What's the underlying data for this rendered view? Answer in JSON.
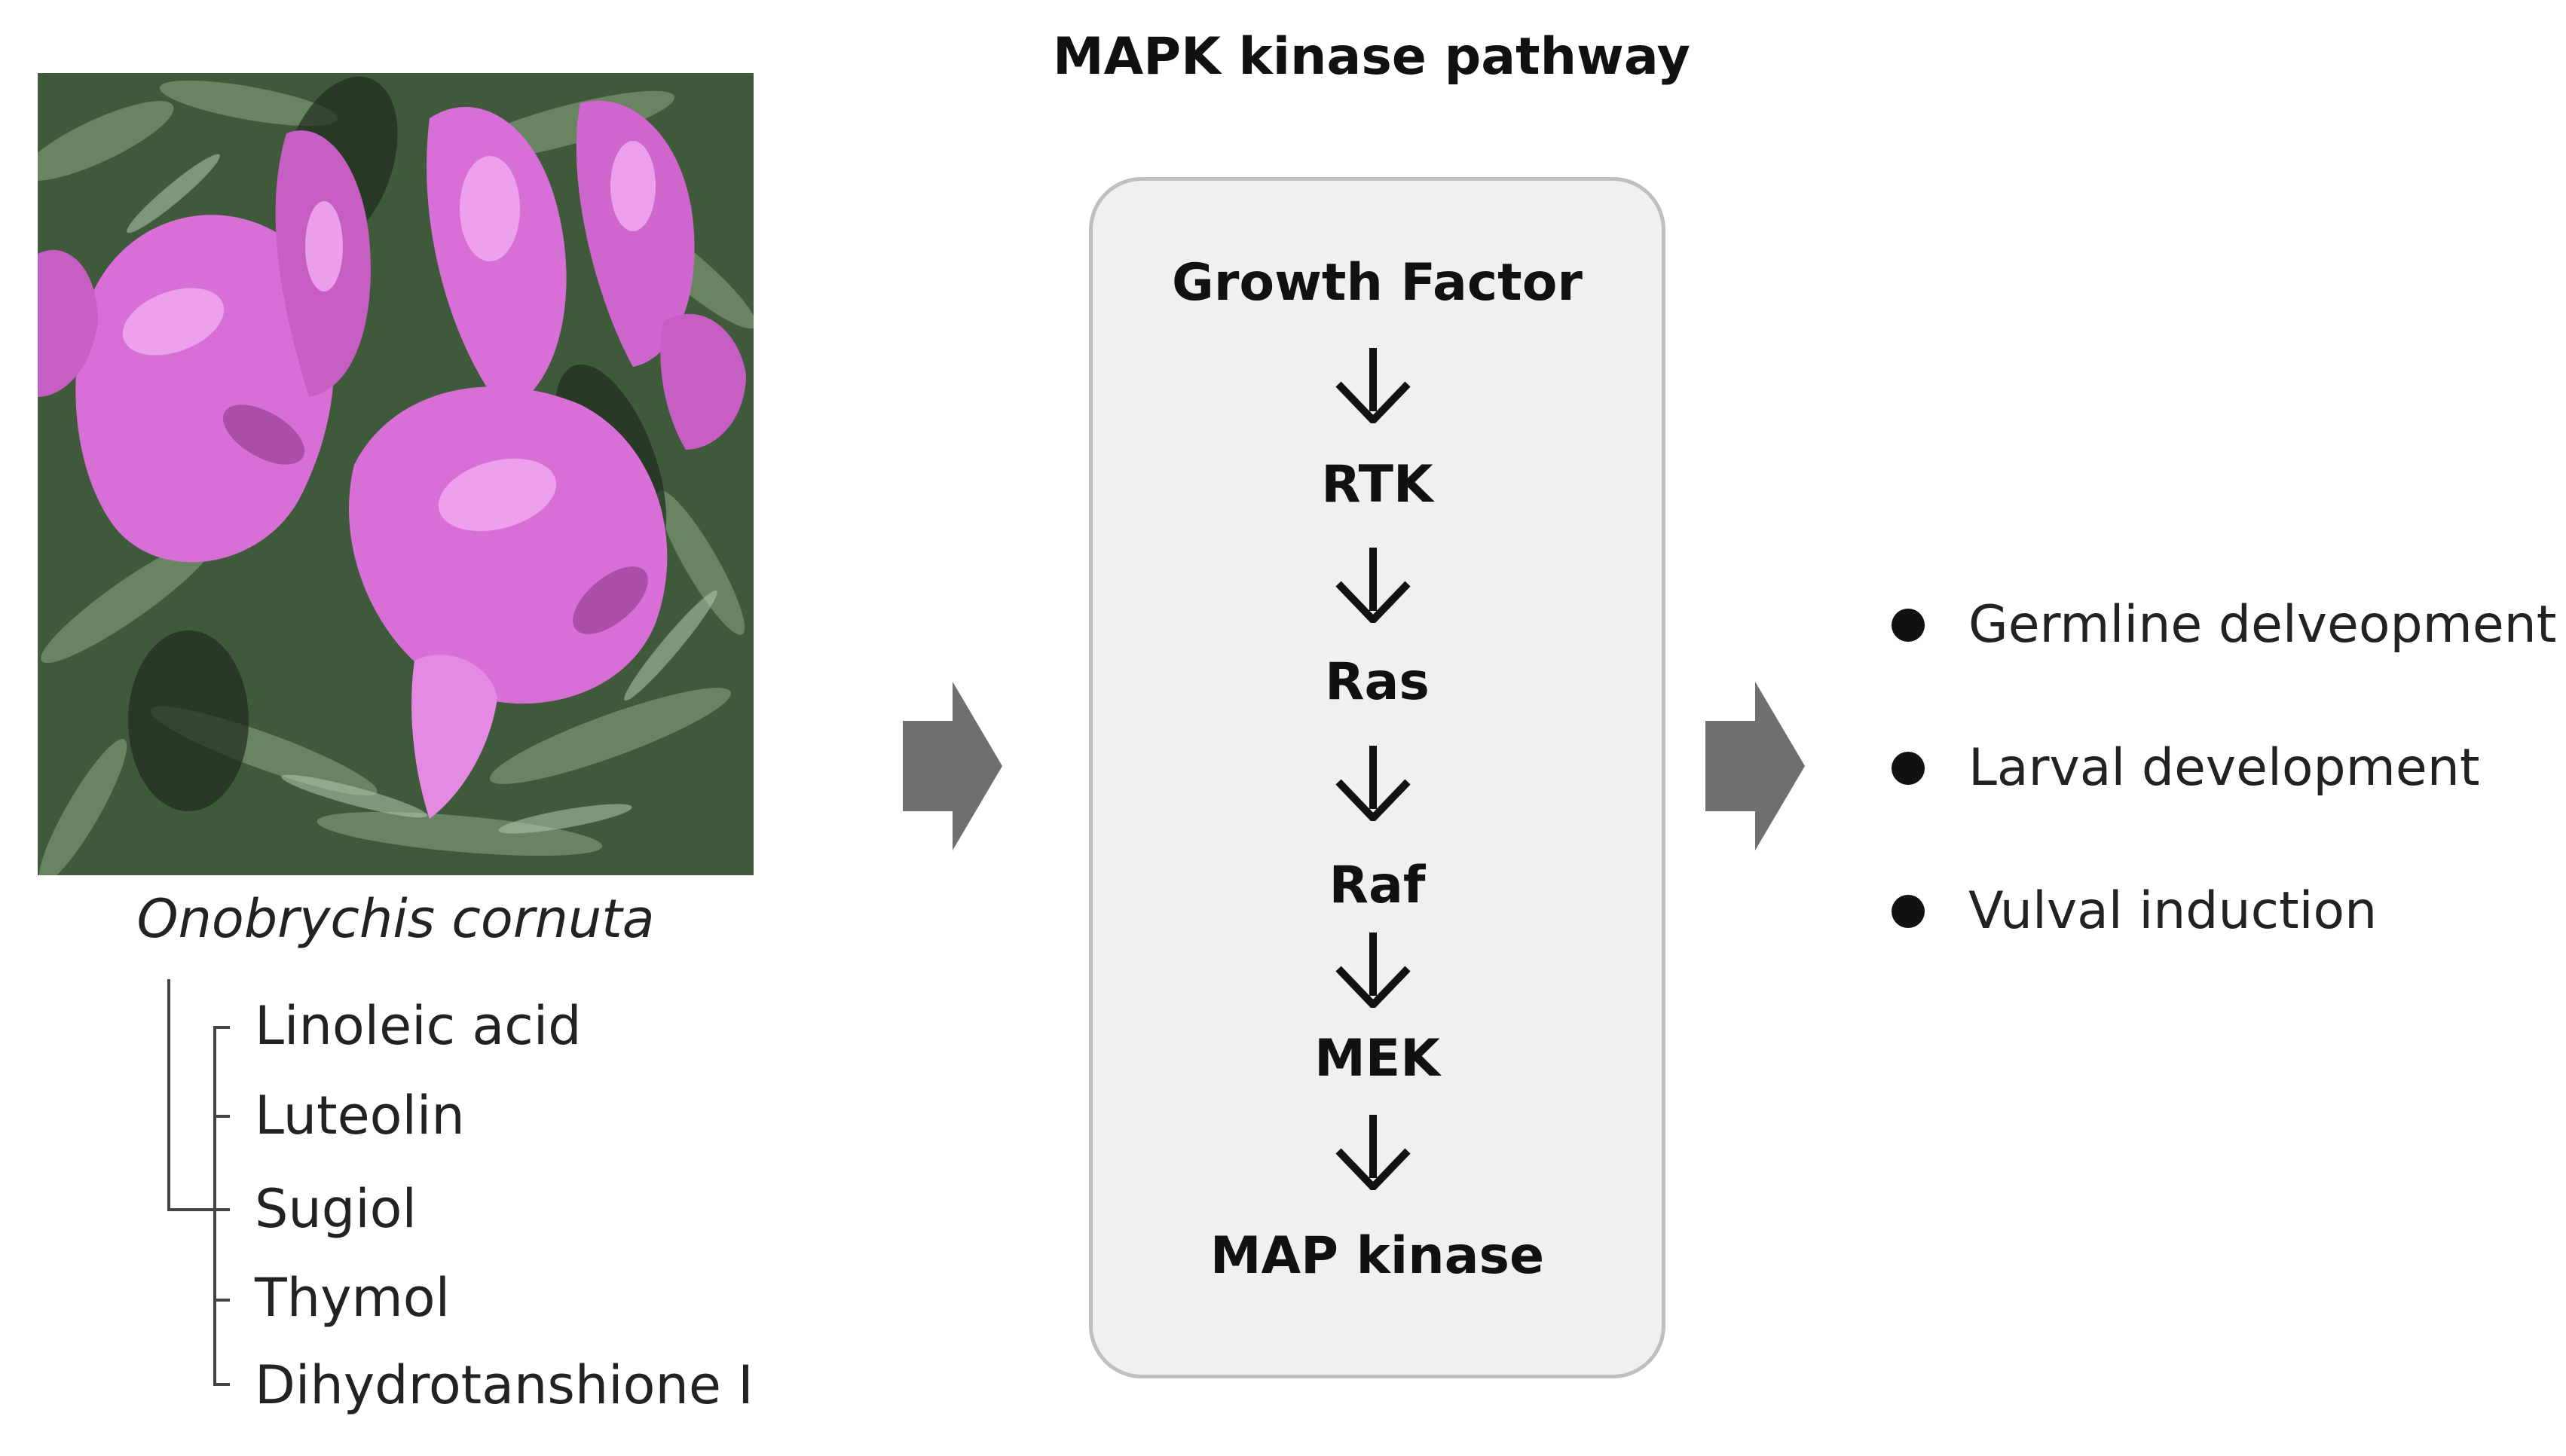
{
  "plant": {
    "species_name": "Onobrychis cornuta",
    "compounds": [
      "Linoleic acid",
      "Luteolin",
      "Sugiol",
      "Thymol",
      "Dihydrotanshione I"
    ]
  },
  "pathway": {
    "title": "MAPK kinase pathway",
    "steps": [
      "Growth Factor",
      "RTK",
      "Ras",
      "Raf",
      "MEK",
      "MAP kinase"
    ]
  },
  "outcomes": [
    "Germline delveopment",
    "Larval development",
    "Vulval induction"
  ],
  "colors": {
    "flower_pink": "#d86fd6",
    "flower_light": "#f0a6ee",
    "foliage_green": "#4f6a4a",
    "arrow_gray": "#6f6f6f",
    "box_fill": "#f0f0f0",
    "box_border": "#bfbfbf"
  },
  "icons": {
    "flow_arrow": "right-arrow-icon",
    "step_arrow": "down-arrow-icon",
    "bullet": "bullet-dot-icon"
  }
}
